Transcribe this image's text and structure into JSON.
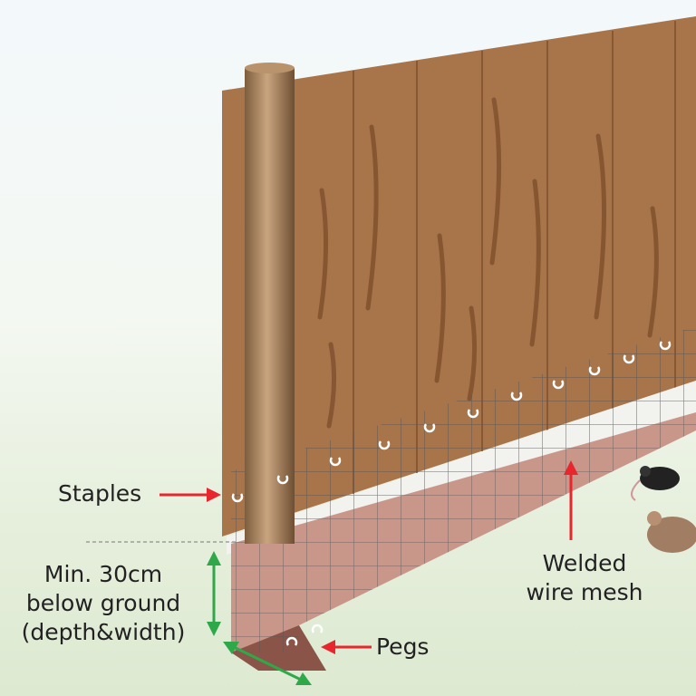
{
  "labels": {
    "staples": "Staples",
    "depth_line1": "Min. 30cm",
    "depth_line2": "below ground",
    "depth_line3": "(depth&width)",
    "pegs": "Pegs",
    "mesh_line1": "Welded",
    "mesh_line2": "wire mesh"
  },
  "colors": {
    "wood": "#a8744a",
    "wood_grain": "#7e4f2c",
    "post": "#a98560",
    "mesh_underground": "#c9968a",
    "arrow_red": "#e8262d",
    "arrow_green": "#2fa84a"
  }
}
